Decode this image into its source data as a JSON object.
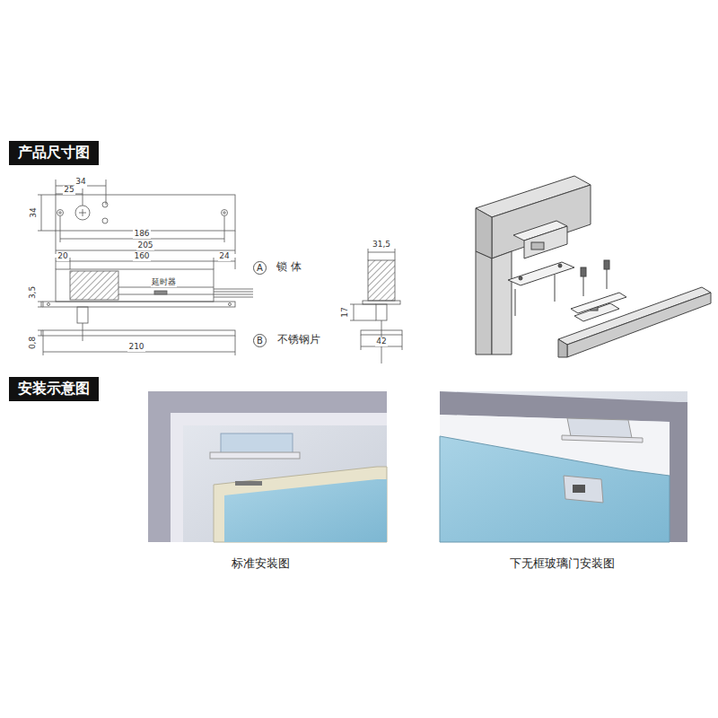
{
  "diagram": {
    "nodes": [
      {
        "text": [
          "产品尺寸图"
        ]
      },
      {
        "text": [
          "安装示意图"
        ]
      },
      {
        "text": [
          "A"
        ]
      },
      {
        "text": [
          "B"
        ]
      }
    ],
    "labels": [
      "34",
      "25",
      "34",
      "186",
      "205",
      "20",
      "160",
      "24",
      "3,5",
      "延时器",
      "0,8",
      "210",
      "锁 体",
      "不锈钢片",
      "31,5",
      "17",
      "42",
      "标准安装图",
      "下无框玻璃门安装图"
    ]
  }
}
